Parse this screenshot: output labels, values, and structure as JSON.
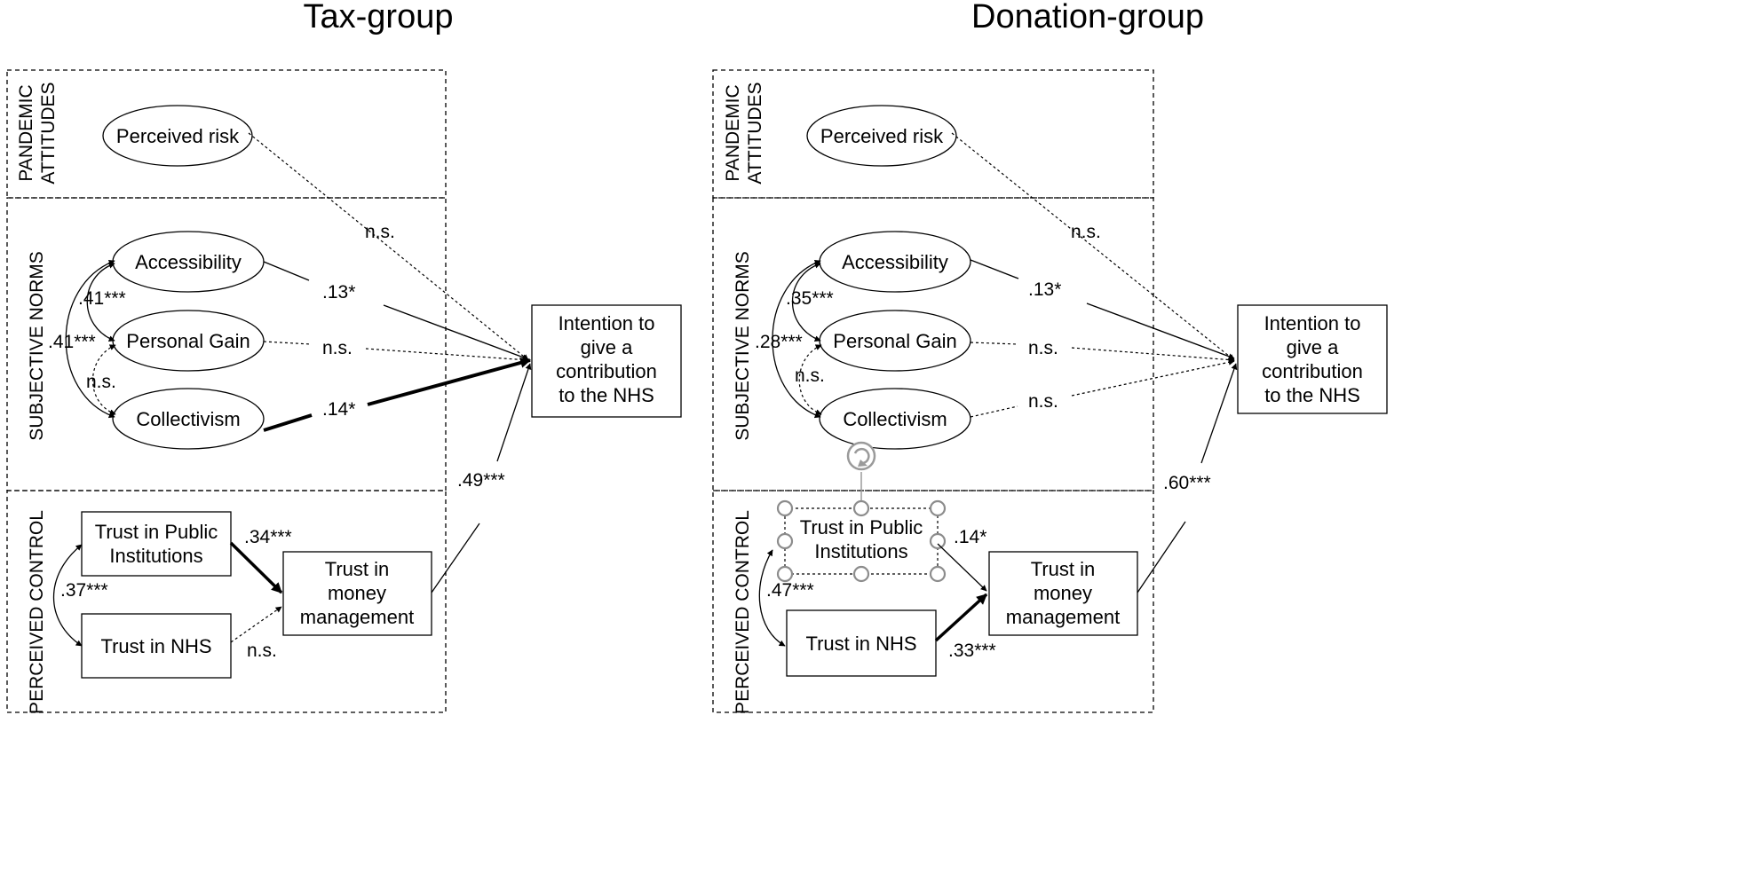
{
  "panels": [
    {
      "title": "Tax-group",
      "sections": [
        "PANDEMIC ATTITUDES",
        "SUBJECTIVE NORMS",
        "PERCEIVED CONTROL"
      ],
      "nodes": {
        "risk": "Perceived risk",
        "access": "Accessibility",
        "gain": "Personal Gain",
        "coll": "Collectivism",
        "tpi": "Trust in Public Institutions",
        "tnhs": "Trust in NHS",
        "tmm": "Trust in money management",
        "intent": "Intention to give a contribution to the NHS"
      },
      "paths": {
        "risk_intent": "n.s.",
        "access_intent": ".13*",
        "gain_intent": "n.s.",
        "coll_intent": ".14*",
        "tmm_intent": ".49***",
        "access_gain": ".41***",
        "access_coll": ".41***",
        "gain_coll": "n.s.",
        "tpi_tnhs": ".37***",
        "tpi_tmm": ".34***",
        "tnhs_tmm": "n.s."
      }
    },
    {
      "title": "Donation-group",
      "sections": [
        "PANDEMIC ATTITUDES",
        "SUBJECTIVE NORMS",
        "PERCEIVED CONTROL"
      ],
      "nodes": {
        "risk": "Perceived risk",
        "access": "Accessibility",
        "gain": "Personal Gain",
        "coll": "Collectivism",
        "tpi": "Trust in Public Institutions",
        "tnhs": "Trust in NHS",
        "tmm": "Trust in money management",
        "intent": "Intention to give a contribution to the NHS"
      },
      "paths": {
        "risk_intent": "n.s.",
        "access_intent": ".13*",
        "gain_intent": "n.s.",
        "coll_intent": "n.s.",
        "tmm_intent": ".60***",
        "access_gain": ".35***",
        "access_coll": ".28***",
        "gain_coll": "n.s.",
        "tpi_tnhs": ".47***",
        "tpi_tmm": ".14*",
        "tnhs_tmm": ".33***"
      }
    }
  ]
}
